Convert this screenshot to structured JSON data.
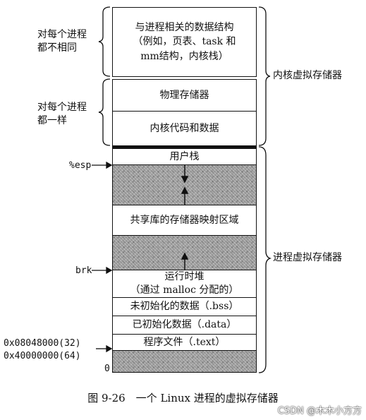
{
  "left_labels": {
    "per_process_different": "对每个进程\n都不相同",
    "per_process_same": "对每个进程\n都一样"
  },
  "right_labels": {
    "kernel_vm": "内核虚拟存储器",
    "process_vm": "进程虚拟存储器"
  },
  "regions": {
    "kernel_structs": "与进程相关的数据结构\n（例如，页表、task 和\nmm结构，内核栈）",
    "physical_memory": "物理存储器",
    "kernel_code_data": "内核代码和数据",
    "user_stack": "用户栈",
    "shared_libs": "共享库的存储器映射区域",
    "heap": "运行时堆\n（通过 malloc 分配的）",
    "bss": "未初始化的数据（.bss）",
    "data": "已初始化数据（.data）",
    "text": "程序文件（.text）"
  },
  "pointers": {
    "esp": "%esp",
    "brk": "brk",
    "addr_32": "0x08048000(32)",
    "addr_64": "0x40000000(64)",
    "zero": "0"
  },
  "caption": "图 9-26　一个 Linux 进程的虚拟存储器",
  "watermark": "CSDN @木木小方方"
}
